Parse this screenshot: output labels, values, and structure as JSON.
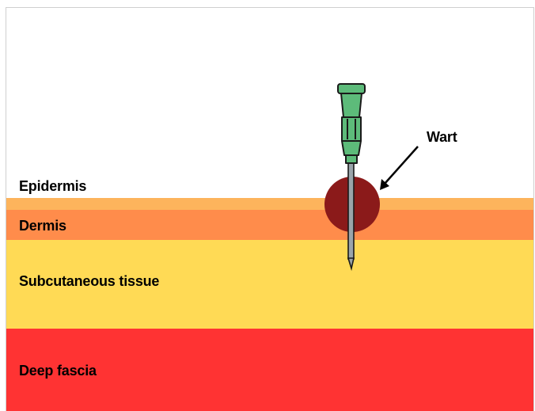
{
  "layers": {
    "epidermis": {
      "label": "Epidermis",
      "color": "#FDB45C"
    },
    "dermis": {
      "label": "Dermis",
      "color": "#FF8C4B"
    },
    "subcutaneous": {
      "label": "Subcutaneous tissue",
      "color": "#FFDA55"
    },
    "fascia": {
      "label": "Deep fascia",
      "color": "#FF3333"
    }
  },
  "wart": {
    "label": "Wart",
    "color": "#8B1A1A"
  },
  "needle": {
    "hub_color": "#5DBB7A",
    "hub_outline": "#1a1a1a",
    "shaft_color": "#9aa4aa"
  }
}
